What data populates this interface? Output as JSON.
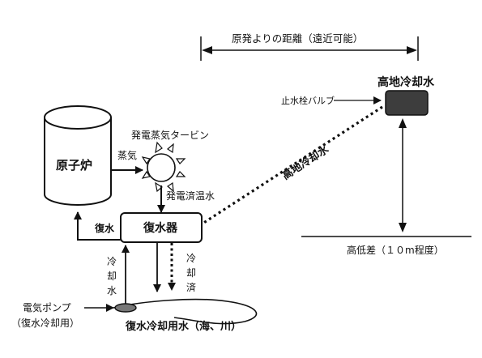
{
  "distance_label": "原発よりの距離（遠近可能）",
  "high_water_label": "高地冷却水",
  "valve_label": "止水栓バルブ",
  "dotted_pipe_label": "高地冷却水",
  "height_diff_label": "高低差（１０m程度）",
  "reactor_label": "原子炉",
  "turbine_label": "発電蒸気タービン",
  "steam_label": "蒸気",
  "hot_water_label": "発電済温水",
  "condenser_label": "復水器",
  "return_water_label": "復水",
  "cooling_in_chars": [
    "冷",
    "却",
    "水"
  ],
  "cooling_out_chars": [
    "冷",
    "却",
    "済"
  ],
  "pump_label": "電気ポンプ",
  "pump_sub_label": "（復水冷却用）",
  "source_water_label": "復水冷却用水（海、川）"
}
